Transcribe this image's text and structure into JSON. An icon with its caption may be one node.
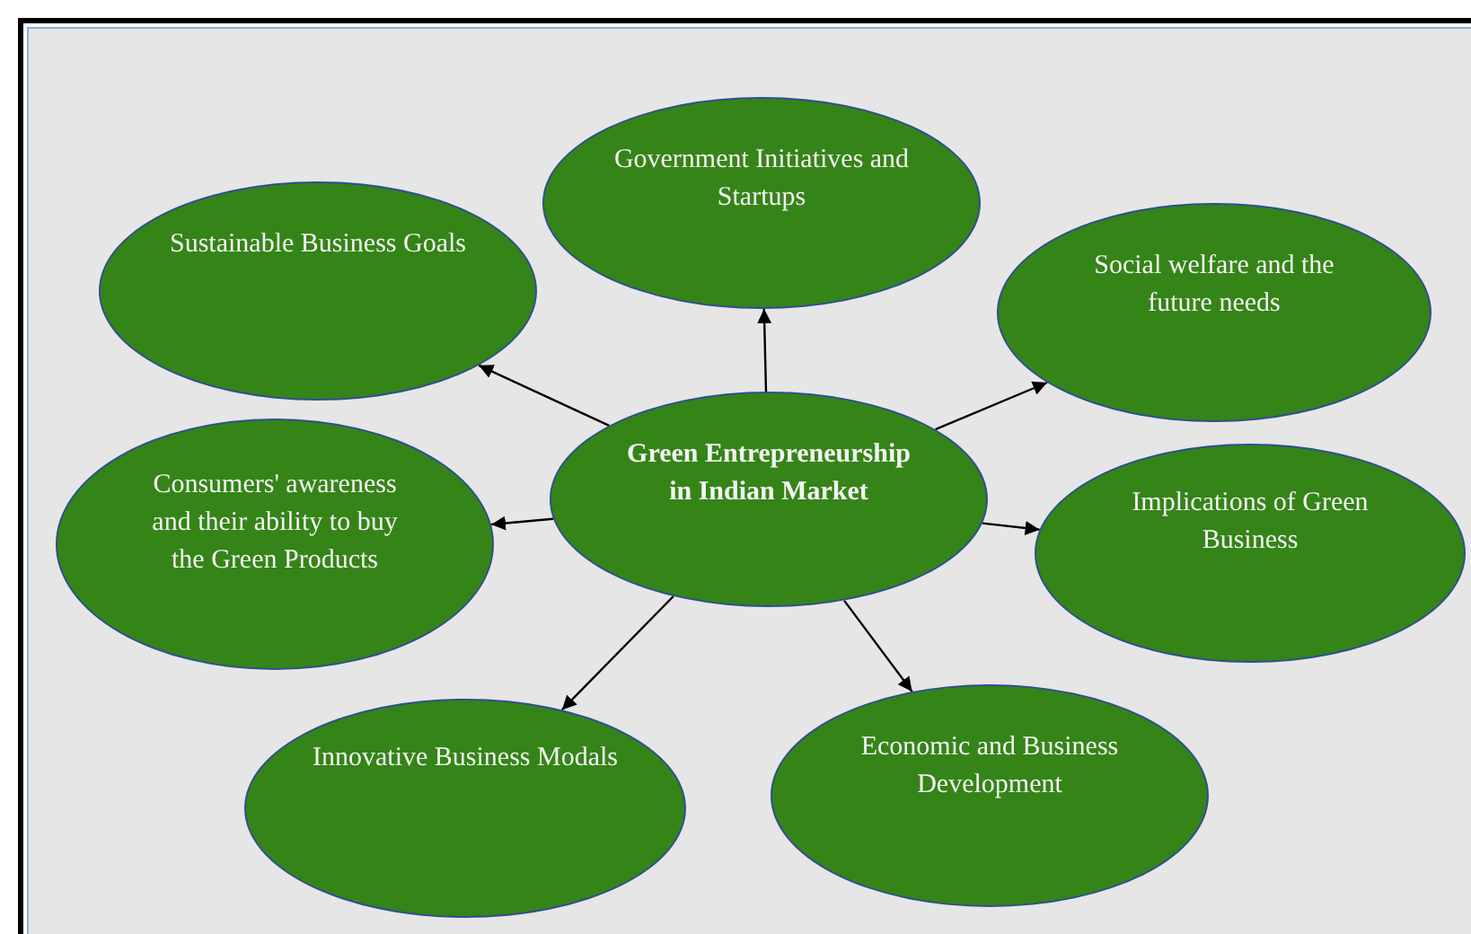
{
  "diagram": {
    "nodes": [
      {
        "text": [
          "Government Initiatives and Startups"
        ]
      },
      {
        "text": [
          "Sustainable Business Goals"
        ]
      },
      {
        "text": [
          "Social welfare and the future needs"
        ]
      },
      {
        "text": [
          "Green Entrepreneurship in Indian Market"
        ]
      },
      {
        "text": [
          "Consumers' awareness and their ability to buy the Green Products"
        ]
      },
      {
        "text": [
          "Implications of Green Business"
        ]
      },
      {
        "text": [
          "Innovative Business Modals"
        ]
      },
      {
        "text": [
          "Economic and Business Development"
        ]
      }
    ],
    "edges": [
      {
        "from": 3,
        "to": 1,
        "arrow": "to"
      },
      {
        "from": 3,
        "to": 0,
        "arrow": "to"
      },
      {
        "from": 3,
        "to": 2,
        "arrow": "to"
      },
      {
        "from": 3,
        "to": 4,
        "arrow": "to"
      },
      {
        "from": 3,
        "to": 5,
        "arrow": "to"
      },
      {
        "from": 3,
        "to": 6,
        "arrow": "to"
      },
      {
        "from": 3,
        "to": 7,
        "arrow": "to"
      }
    ]
  }
}
